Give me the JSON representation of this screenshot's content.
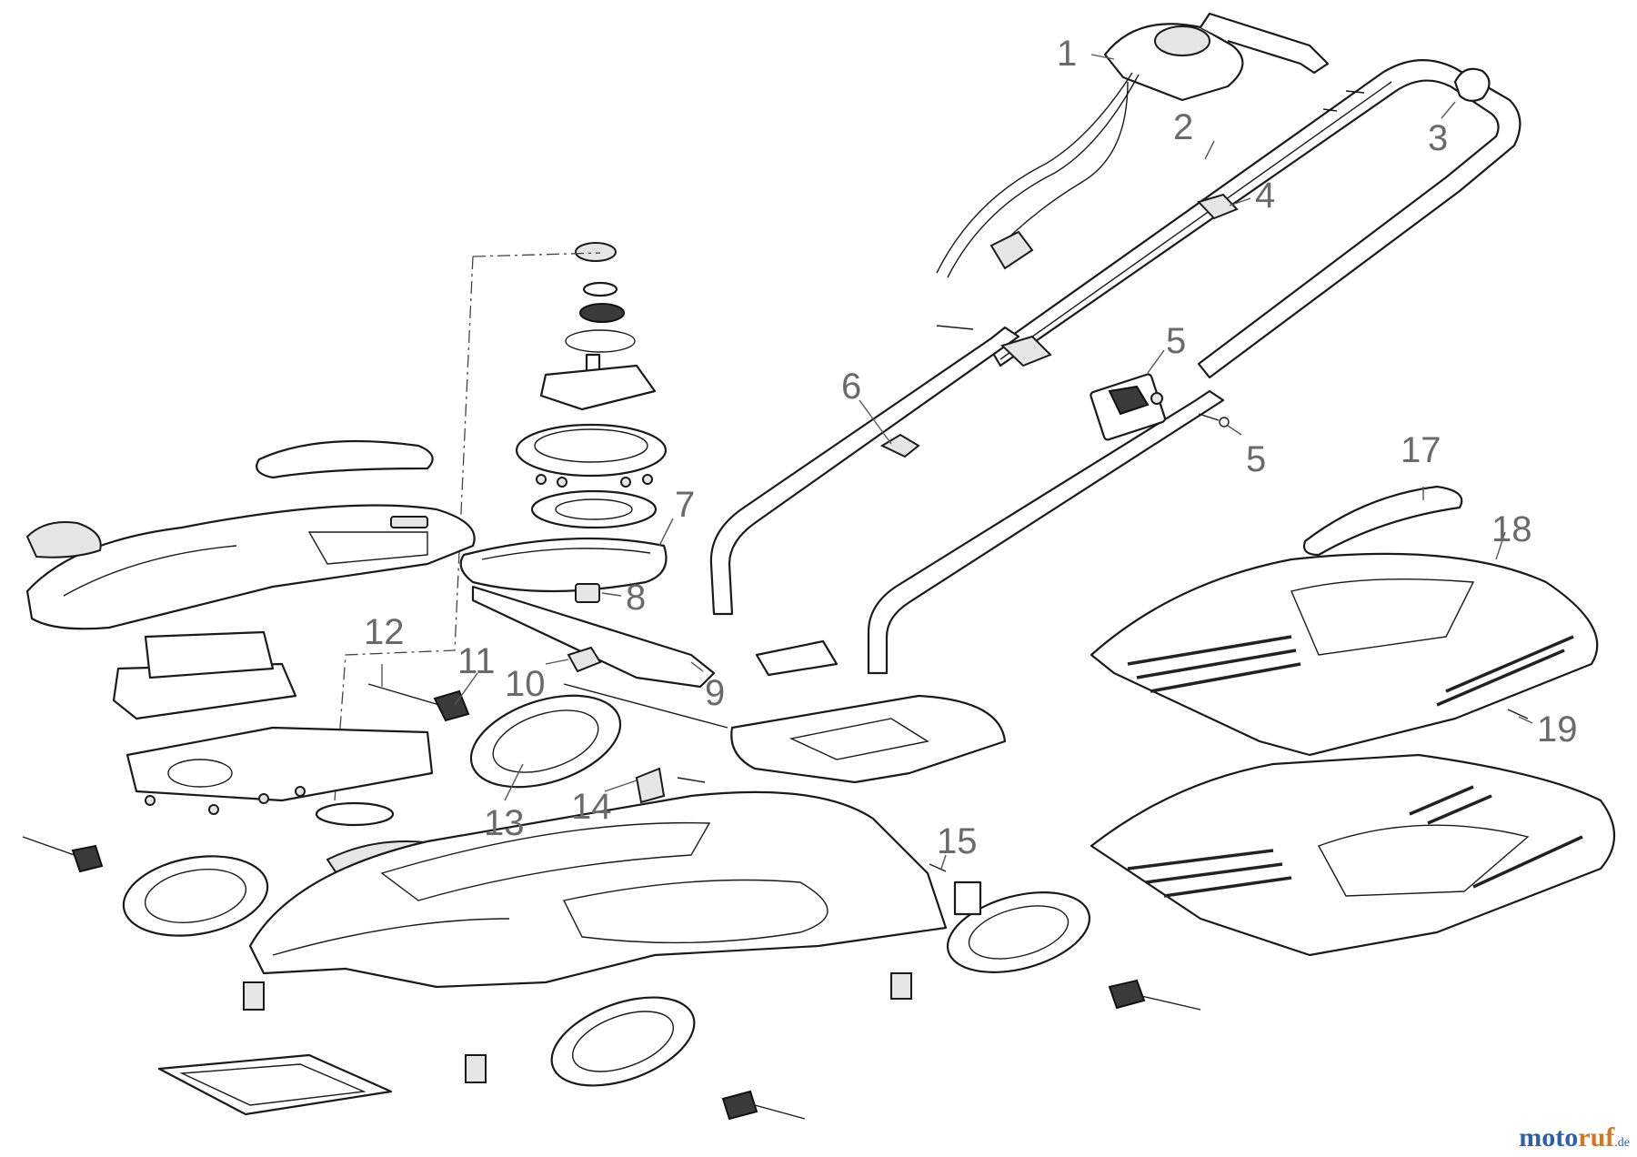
{
  "callouts": [
    {
      "id": "1",
      "text": "1"
    },
    {
      "id": "2",
      "text": "2"
    },
    {
      "id": "3",
      "text": "3"
    },
    {
      "id": "4",
      "text": "4"
    },
    {
      "id": "5a",
      "text": "5"
    },
    {
      "id": "5b",
      "text": "5"
    },
    {
      "id": "6",
      "text": "6"
    },
    {
      "id": "7",
      "text": "7"
    },
    {
      "id": "8",
      "text": "8"
    },
    {
      "id": "9",
      "text": "9"
    },
    {
      "id": "10",
      "text": "10"
    },
    {
      "id": "11",
      "text": "11"
    },
    {
      "id": "12",
      "text": "12"
    },
    {
      "id": "13",
      "text": "13"
    },
    {
      "id": "14",
      "text": "14"
    },
    {
      "id": "15",
      "text": "15"
    },
    {
      "id": "17",
      "text": "17"
    },
    {
      "id": "18",
      "text": "18"
    },
    {
      "id": "19",
      "text": "19"
    }
  ],
  "watermark": {
    "part1": "moto",
    "part2": "ruf",
    "suffix": ".de"
  },
  "colors": {
    "line": "#1a1a1a",
    "callout_text": "#6a6a6a",
    "watermark_blue": "#2f5fa8",
    "watermark_orange": "#d4771f"
  }
}
